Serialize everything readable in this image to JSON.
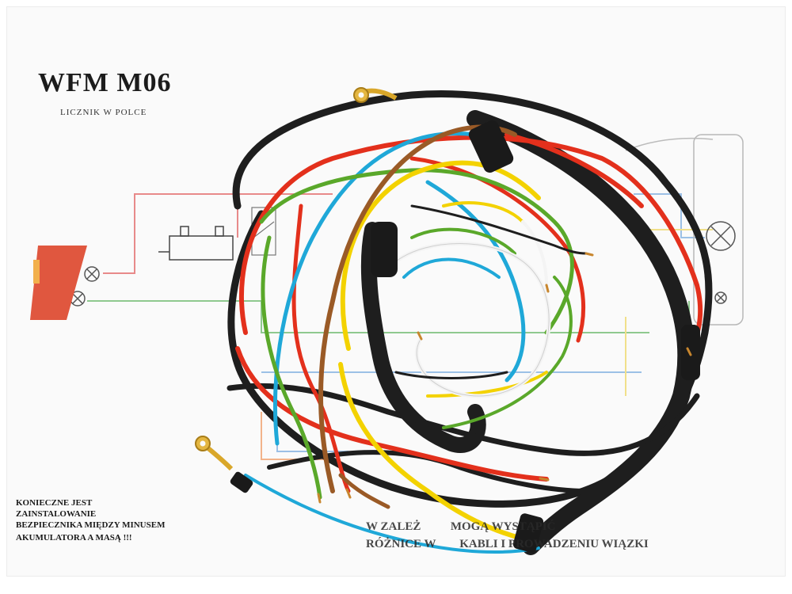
{
  "sheet": {
    "title": "WFM M06",
    "subtitle": "LICZNIK W POLCE",
    "fuse_note": [
      "KONIECZNE JEST",
      "ZAINSTALOWANIE",
      "BEZPIECZNIKA MIĘDZY MINUSEM",
      "AKUMULATORA A MASĄ !!!"
    ],
    "variance_note": [
      "W ZALEŻ          MOGĄ WYSTĄPIĆ",
      "RÓŻNICE W        KABLI I PROWADZENIU WIĄZKI"
    ]
  },
  "colors": {
    "background": "#fafafa",
    "wire_black": "#1e1e1e",
    "wire_red": "#e3301c",
    "wire_blue": "#1fa8d8",
    "wire_green": "#5aa82a",
    "wire_yellow": "#f3d200",
    "wire_brown": "#9a5a26",
    "wire_white": "#f4f4f4",
    "terminal": "#d9a72a"
  }
}
